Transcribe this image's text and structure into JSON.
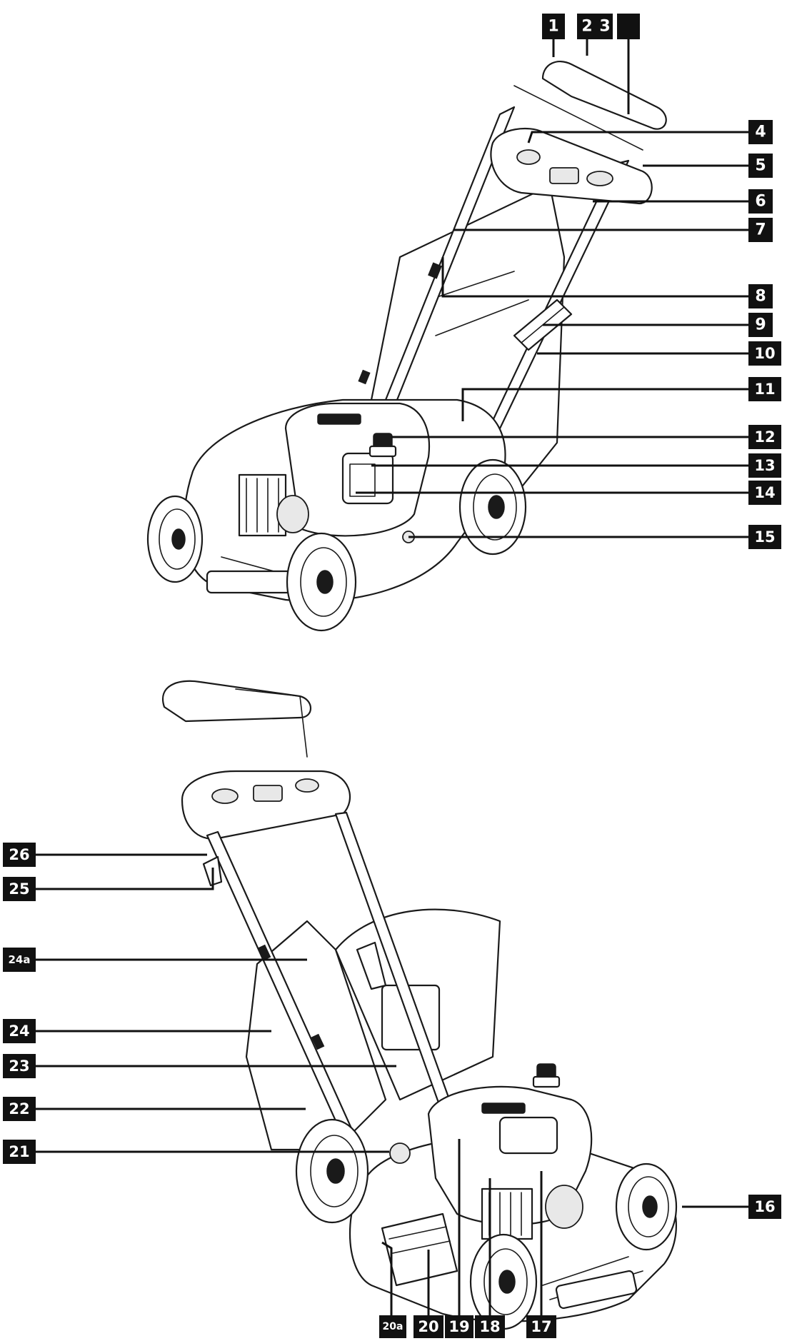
{
  "callouts": {
    "c1": "1",
    "c2": "2",
    "c3": "3",
    "c4": "4",
    "c5": "5",
    "c6": "6",
    "c7": "7",
    "c8": "8",
    "c9": "9",
    "c10": "10",
    "c11": "11",
    "c12": "12",
    "c13": "13",
    "c14": "14",
    "c15": "15",
    "c16": "16",
    "c17": "17",
    "c18": "18",
    "c19": "19",
    "c20": "20",
    "c20a": "20a",
    "c21": "21",
    "c22": "22",
    "c23": "23",
    "c24": "24",
    "c24a": "24a",
    "c25": "25",
    "c26": "26"
  },
  "colors": {
    "ink": "#111111",
    "label_text": "#ffffff",
    "background": "#ffffff"
  }
}
